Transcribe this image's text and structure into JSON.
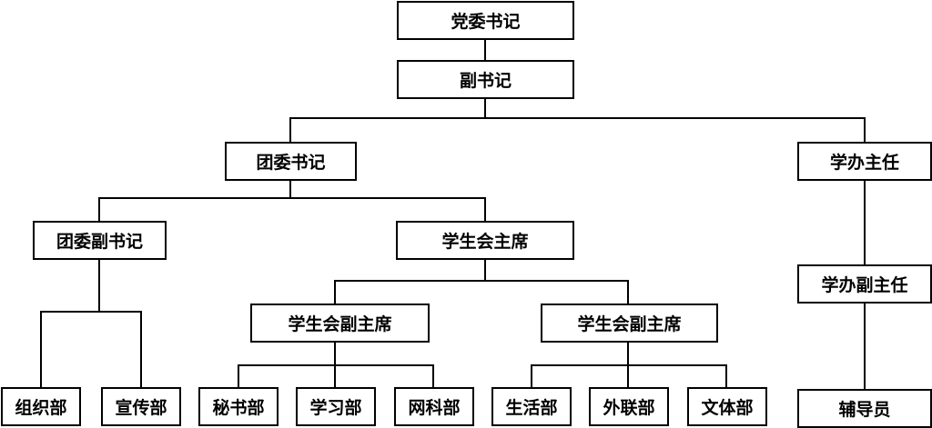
{
  "org_chart": {
    "nodes": {
      "party_secretary": "党委书记",
      "deputy_secretary": "副书记",
      "league_secretary": "团委书记",
      "student_affairs_director": "学办主任",
      "league_deputy_secretary": "团委副书记",
      "union_president": "学生会主席",
      "student_affairs_deputy_director": "学办副主任",
      "union_vice_president_1": "学生会副主席",
      "union_vice_president_2": "学生会副主席",
      "organization_dept": "组织部",
      "publicity_dept": "宣传部",
      "secretariat_dept": "秘书部",
      "study_dept": "学习部",
      "network_tech_dept": "网科部",
      "life_dept": "生活部",
      "external_relations_dept": "外联部",
      "culture_sports_dept": "文体部",
      "counselor": "辅导员"
    },
    "edges": [
      [
        "party_secretary",
        "deputy_secretary"
      ],
      [
        "deputy_secretary",
        "league_secretary"
      ],
      [
        "deputy_secretary",
        "student_affairs_director"
      ],
      [
        "league_secretary",
        "league_deputy_secretary"
      ],
      [
        "league_secretary",
        "union_president"
      ],
      [
        "student_affairs_director",
        "student_affairs_deputy_director"
      ],
      [
        "student_affairs_deputy_director",
        "counselor"
      ],
      [
        "league_deputy_secretary",
        "organization_dept"
      ],
      [
        "league_deputy_secretary",
        "publicity_dept"
      ],
      [
        "union_president",
        "union_vice_president_1"
      ],
      [
        "union_president",
        "union_vice_president_2"
      ],
      [
        "union_vice_president_1",
        "secretariat_dept"
      ],
      [
        "union_vice_president_1",
        "study_dept"
      ],
      [
        "union_vice_president_1",
        "network_tech_dept"
      ],
      [
        "union_vice_president_2",
        "life_dept"
      ],
      [
        "union_vice_president_2",
        "external_relations_dept"
      ],
      [
        "union_vice_president_2",
        "culture_sports_dept"
      ]
    ]
  }
}
